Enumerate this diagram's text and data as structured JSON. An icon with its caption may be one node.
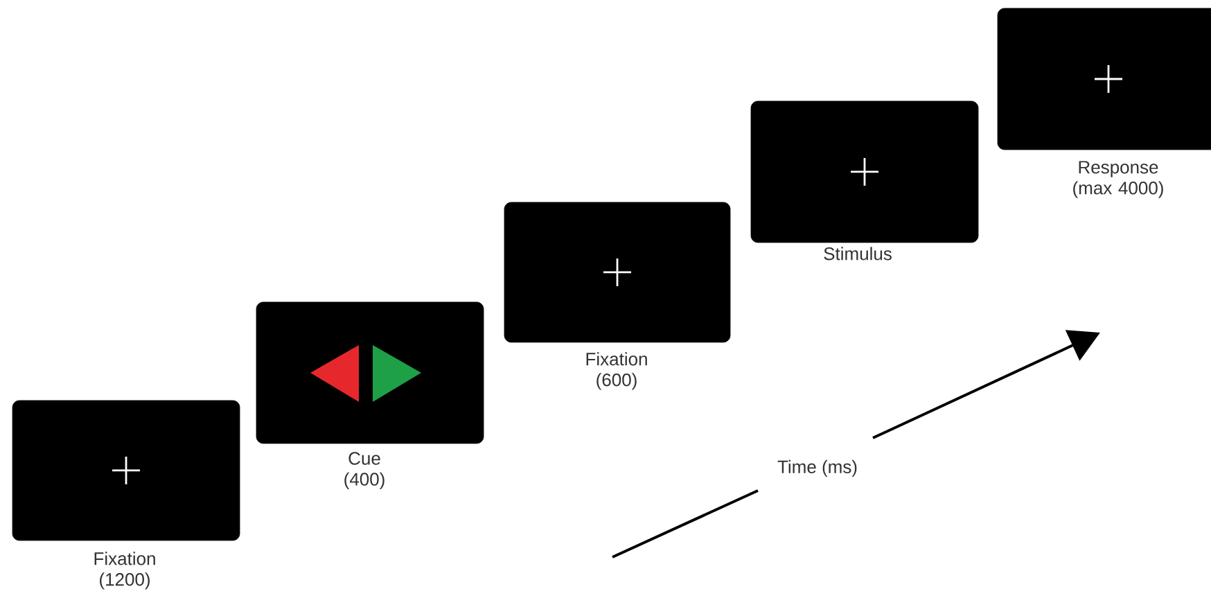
{
  "diagram": {
    "nodes": [
      {
        "text": [],
        "shape": "box",
        "beside": [
          "Fixation (1200)"
        ]
      },
      {
        "text": [],
        "shape": "box",
        "beside": [
          "Cue (400)"
        ]
      },
      {
        "text": [],
        "shape": "box",
        "beside": [
          "Fixation (600)"
        ]
      },
      {
        "text": [],
        "shape": "box",
        "beside": [
          "Stimulus"
        ]
      },
      {
        "text": [],
        "shape": "box",
        "beside": [
          "Response (max 4000)"
        ]
      }
    ],
    "edges": [],
    "labels": [
      "Time (ms)"
    ]
  }
}
